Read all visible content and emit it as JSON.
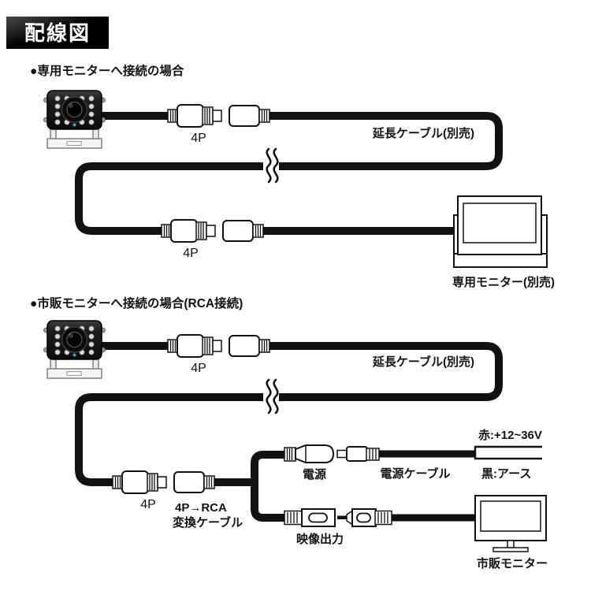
{
  "title": {
    "label": "配線図"
  },
  "sections": [
    {
      "heading": "●専用モニターへ接続の場合",
      "labels": {
        "connector_top": "4P",
        "extension_cable": "延長ケーブル(別売)",
        "connector_bottom": "4P",
        "monitor": "専用モニター(別売)"
      }
    },
    {
      "heading": "●市販モニターへ接続の場合(RCA接続)",
      "labels": {
        "connector_top": "4P",
        "extension_cable": "延長ケーブル(別売)",
        "connector_bottom": "4P",
        "adapter_line1": "4P→RCA",
        "adapter_line2": "変換ケーブル",
        "power_plug": "電源",
        "power_cable": "電源ケーブル",
        "wire_red": "赤:+12~36V",
        "wire_black": "黒:アース",
        "video_output": "映像出力",
        "monitor": "市販モニター"
      }
    }
  ],
  "icons": {
    "camera": "rear-camera-icon",
    "break": "cable-break-mark",
    "connector": "4p-connector-pair-icon"
  },
  "colors": {
    "line": "#111111",
    "background": "#ffffff",
    "title_bg": "#000000",
    "title_text": "#ffffff",
    "camera_body": "#1c1c1c"
  }
}
